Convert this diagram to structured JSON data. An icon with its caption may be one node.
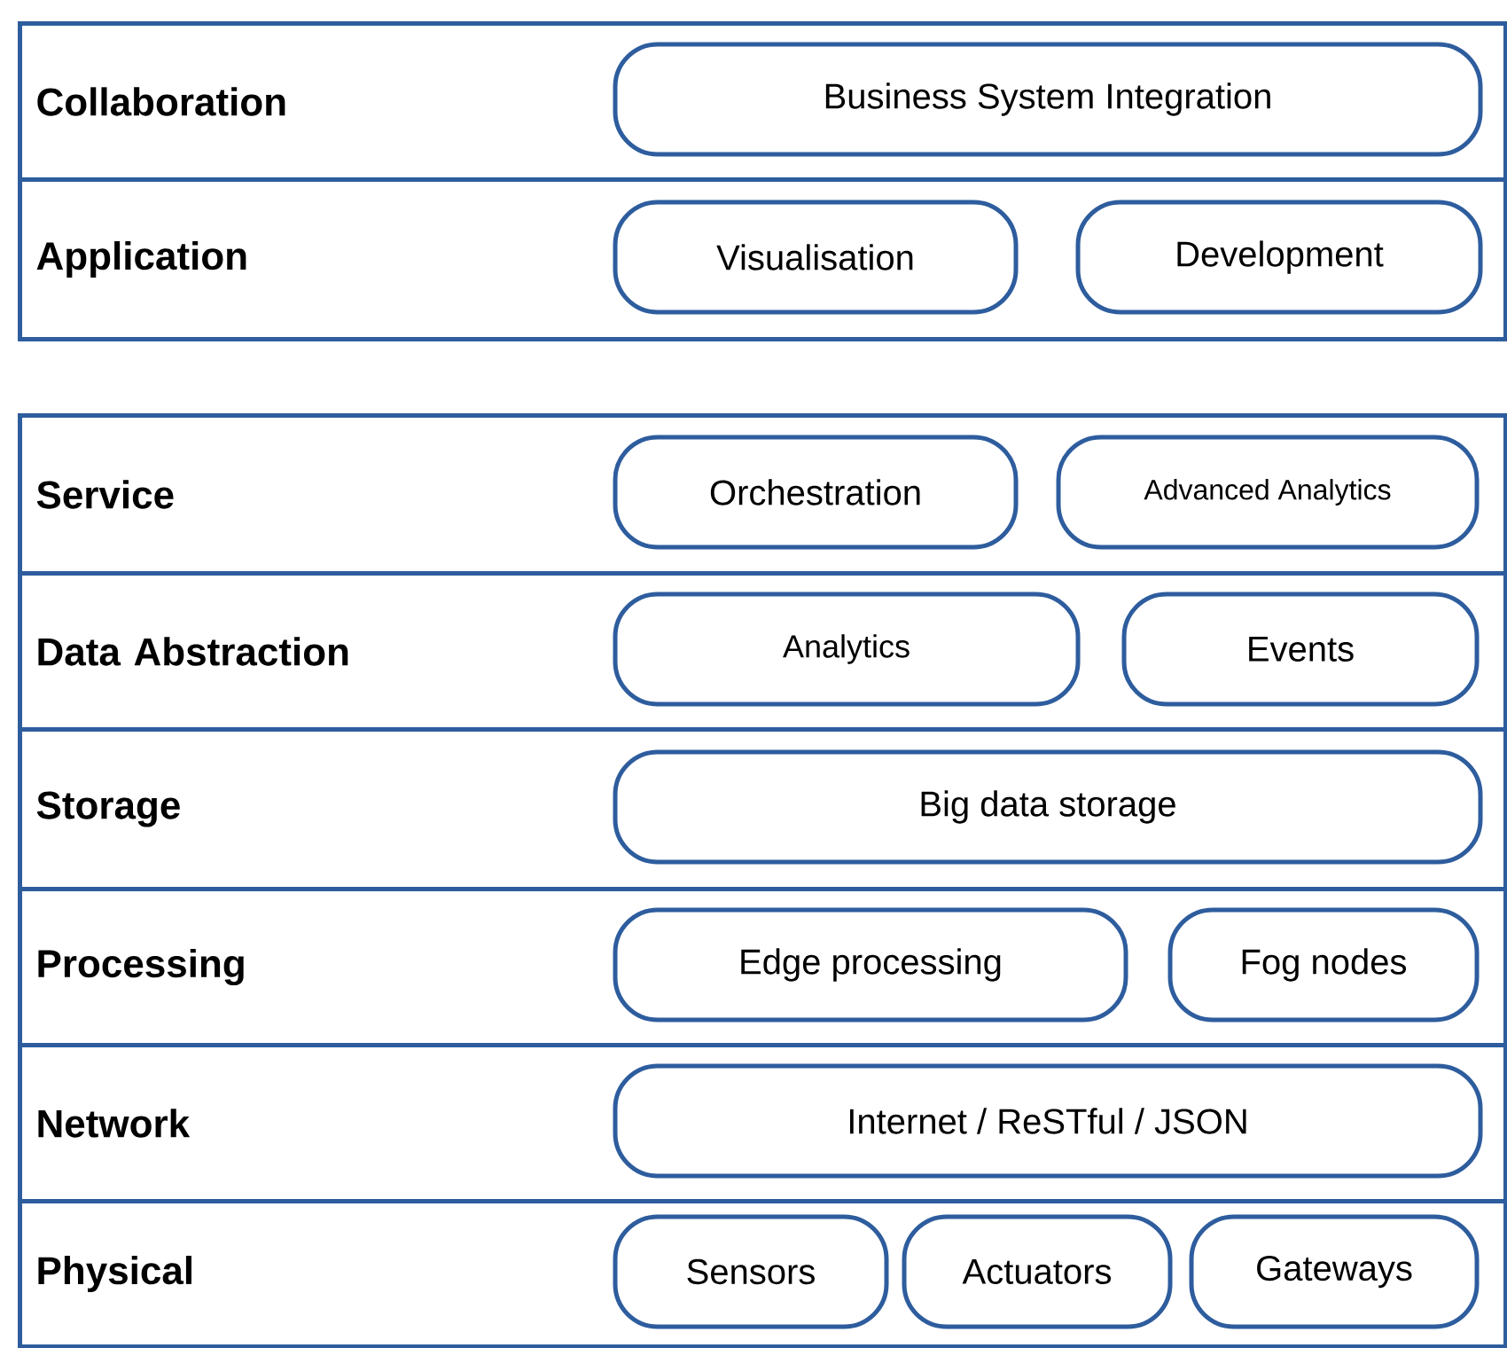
{
  "diagram": {
    "nodes": [
      {
        "text": [
          "Collaboration"
        ]
      },
      {
        "text": [
          "Business System Integration"
        ],
        "in": 0
      },
      {
        "text": [
          "Application"
        ]
      },
      {
        "text": [
          "Visualisation"
        ],
        "in": 2
      },
      {
        "text": [
          "Development"
        ],
        "in": 2
      },
      {
        "text": [
          "Service"
        ]
      },
      {
        "text": [
          "Orchestration"
        ],
        "in": 5
      },
      {
        "text": [
          "Advanced Analytics"
        ],
        "in": 5
      },
      {
        "text": [
          "Data Abstraction"
        ]
      },
      {
        "text": [
          "Analytics"
        ],
        "in": 8
      },
      {
        "text": [
          "Events"
        ],
        "in": 8
      },
      {
        "text": [
          "Storage"
        ]
      },
      {
        "text": [
          "Big data storage"
        ],
        "in": 11
      },
      {
        "text": [
          "Processing"
        ]
      },
      {
        "text": [
          "Edge processing"
        ],
        "in": 13
      },
      {
        "text": [
          "Fog nodes"
        ],
        "in": 13
      },
      {
        "text": [
          "Network"
        ]
      },
      {
        "text": [
          "Internet / ReSTful / JSON"
        ],
        "in": 16
      },
      {
        "text": [
          "Physical"
        ]
      },
      {
        "text": [
          "Sensors"
        ],
        "in": 18
      },
      {
        "text": [
          "Actuators"
        ],
        "in": 18
      },
      {
        "text": [
          "Gateways"
        ],
        "in": 18
      }
    ]
  }
}
